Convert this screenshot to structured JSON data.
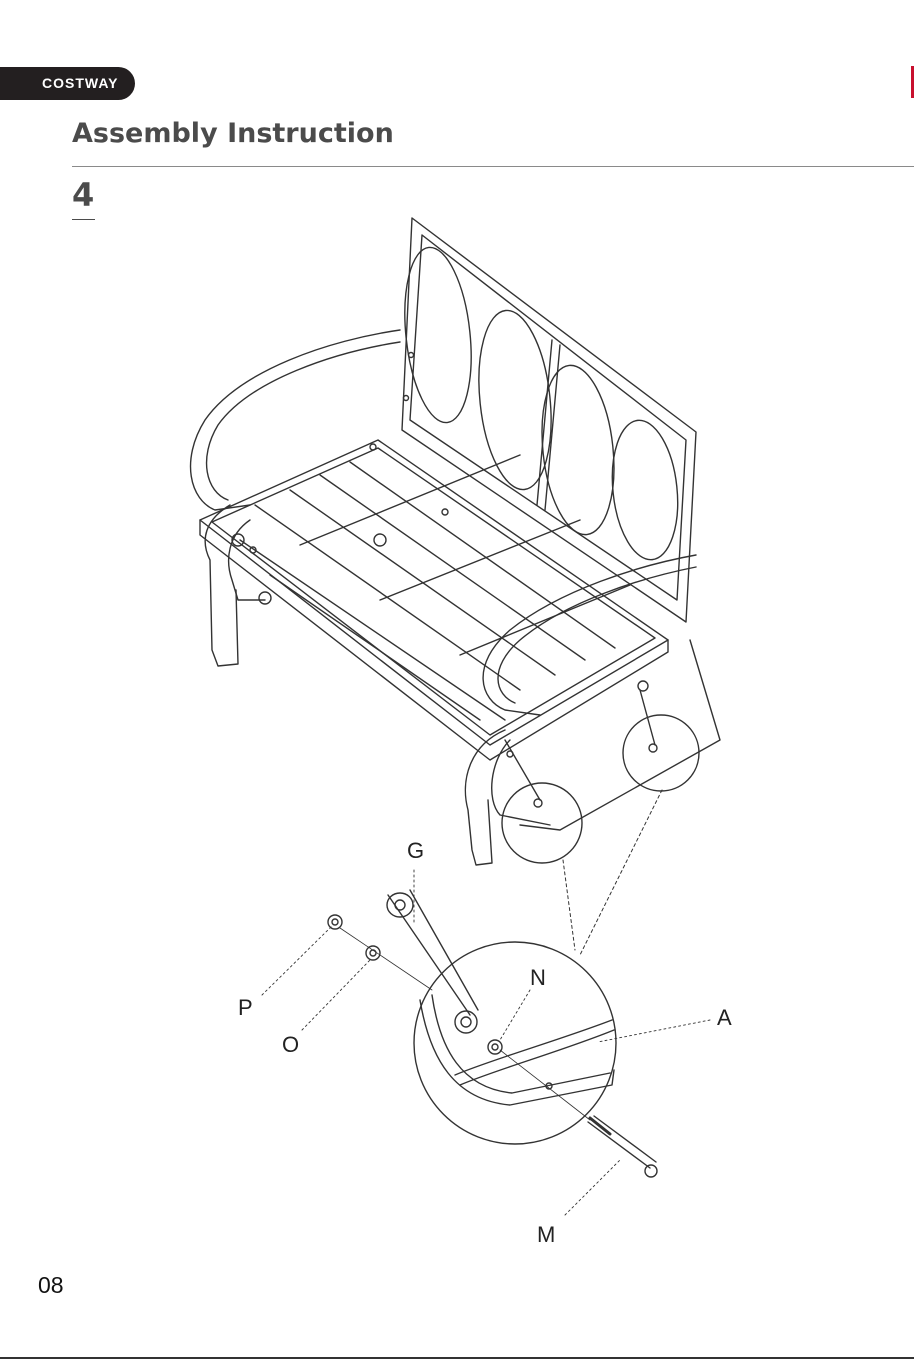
{
  "header": {
    "brand": "COSTWAY",
    "title": "Assembly Instruction"
  },
  "step": {
    "number": "4"
  },
  "parts": {
    "G": "G",
    "N": "N",
    "A": "A",
    "P": "P",
    "O": "O",
    "M": "M"
  },
  "footer": {
    "page_number": "08"
  }
}
